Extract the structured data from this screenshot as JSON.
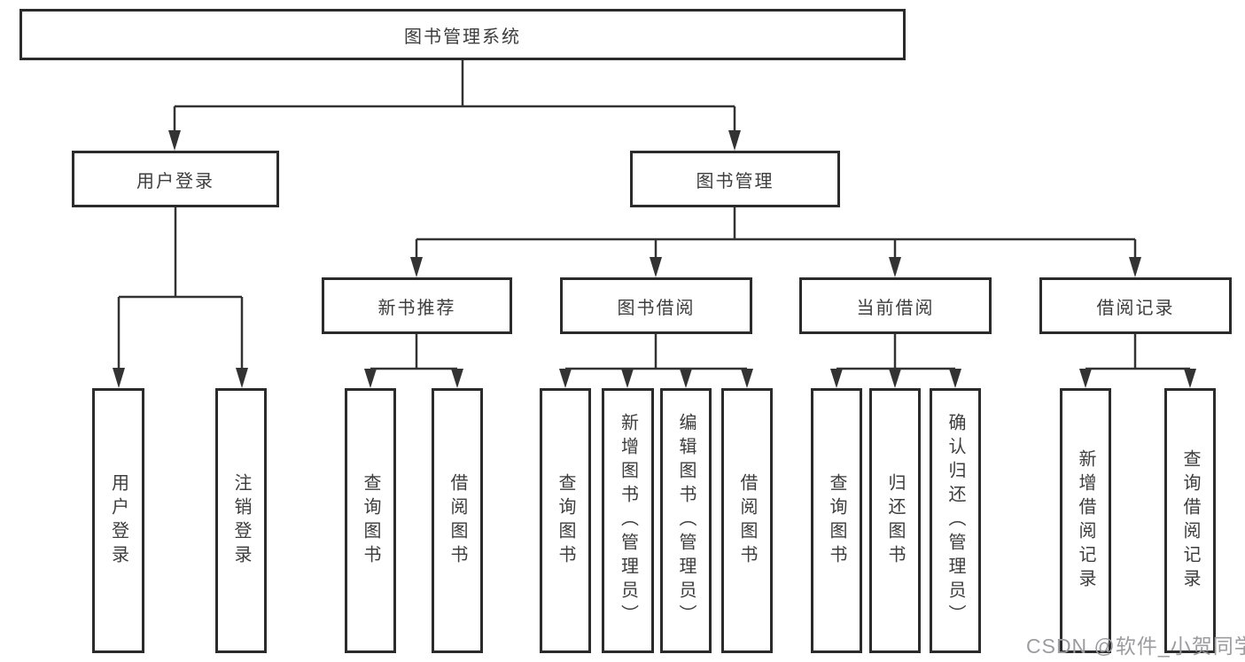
{
  "tree": {
    "root": {
      "label": "图书管理系统"
    },
    "level2": [
      {
        "label": "用户登录"
      },
      {
        "label": "图书管理"
      }
    ],
    "level3": [
      {
        "label": "新书推荐",
        "parent": "图书管理"
      },
      {
        "label": "图书借阅",
        "parent": "图书管理"
      },
      {
        "label": "当前借阅",
        "parent": "图书管理"
      },
      {
        "label": "借阅记录",
        "parent": "图书管理"
      }
    ],
    "leaves": [
      {
        "label": "用户登录",
        "parent": "用户登录"
      },
      {
        "label": "注销登录",
        "parent": "用户登录"
      },
      {
        "label": "查询图书",
        "parent": "新书推荐"
      },
      {
        "label": "借阅图书",
        "parent": "新书推荐"
      },
      {
        "label": "查询图书",
        "parent": "图书借阅"
      },
      {
        "label": "新增图书（管理员）",
        "parent": "图书借阅"
      },
      {
        "label": "编辑图书（管理员）",
        "parent": "图书借阅"
      },
      {
        "label": "借阅图书",
        "parent": "图书借阅"
      },
      {
        "label": "查询图书",
        "parent": "当前借阅"
      },
      {
        "label": "归还图书",
        "parent": "当前借阅"
      },
      {
        "label": "确认归还（管理员）",
        "parent": "当前借阅"
      },
      {
        "label": "新增借阅记录",
        "parent": "借阅记录"
      },
      {
        "label": "查询借阅记录",
        "parent": "借阅记录"
      }
    ]
  },
  "watermark": {
    "text": "CSDN @软件_小贺同学",
    "color": "#9c9ca0"
  },
  "colors": {
    "line": "#333333",
    "box_border": "#2b2b2b",
    "text": "#3d3d3d",
    "background": "#ffffff"
  }
}
